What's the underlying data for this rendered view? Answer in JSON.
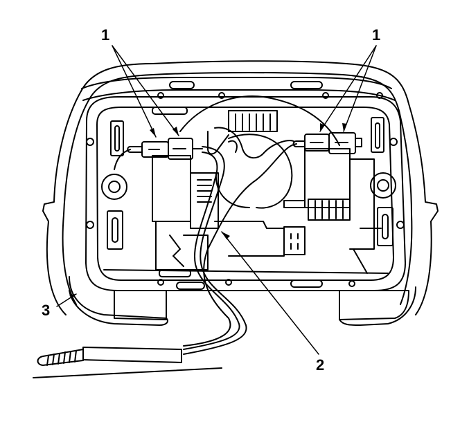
{
  "callouts": {
    "connector_left": "1",
    "connector_right": "1",
    "harness": "2",
    "module_housing": "3"
  },
  "colors": {
    "line": "#000000",
    "background": "#ffffff"
  }
}
